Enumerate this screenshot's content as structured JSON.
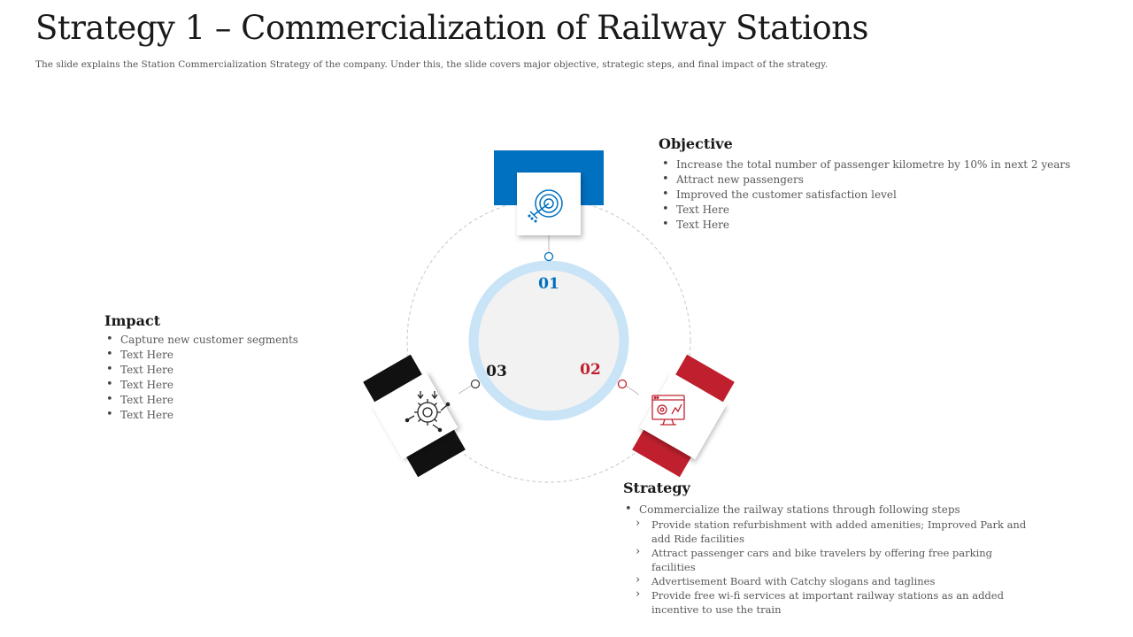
{
  "header": {
    "title": "Strategy 1 – Commercialization of Railway Stations",
    "subtitle": "The slide explains the Station Commercialization Strategy of the company. Under this, the slide covers major objective, strategic steps, and final impact of the strategy."
  },
  "colors": {
    "objective": "#0070c0",
    "strategy": "#c0202e",
    "impact": "#111111",
    "ring": "#c9e3f7",
    "center": "#f2f2f2"
  },
  "objective": {
    "number": "01",
    "heading": "Objective",
    "icon": "target-arrow-icon",
    "items": [
      "Increase the total number of passenger kilometre by 10% in next 2 years",
      "Attract new passengers",
      "Improved the customer satisfaction level",
      "Text Here",
      "Text Here"
    ]
  },
  "strategy": {
    "number": "02",
    "heading": "Strategy",
    "icon": "monitor-analytics-icon",
    "intro": "Commercialize the railway stations through following steps",
    "steps": [
      "Provide station refurbishment with added amenities; Improved Park and add Ride facilities",
      "Attract passenger cars and bike travelers by offering free parking facilities",
      "Advertisement Board with Catchy slogans and taglines",
      "Provide free wi-fi services at important railway stations as an added incentive to use the train"
    ]
  },
  "impact": {
    "number": "03",
    "heading": "Impact",
    "icon": "gear-network-icon",
    "items": [
      "Capture new customer segments",
      "Text Here",
      "Text Here",
      "Text Here",
      "Text Here",
      "Text Here"
    ]
  }
}
